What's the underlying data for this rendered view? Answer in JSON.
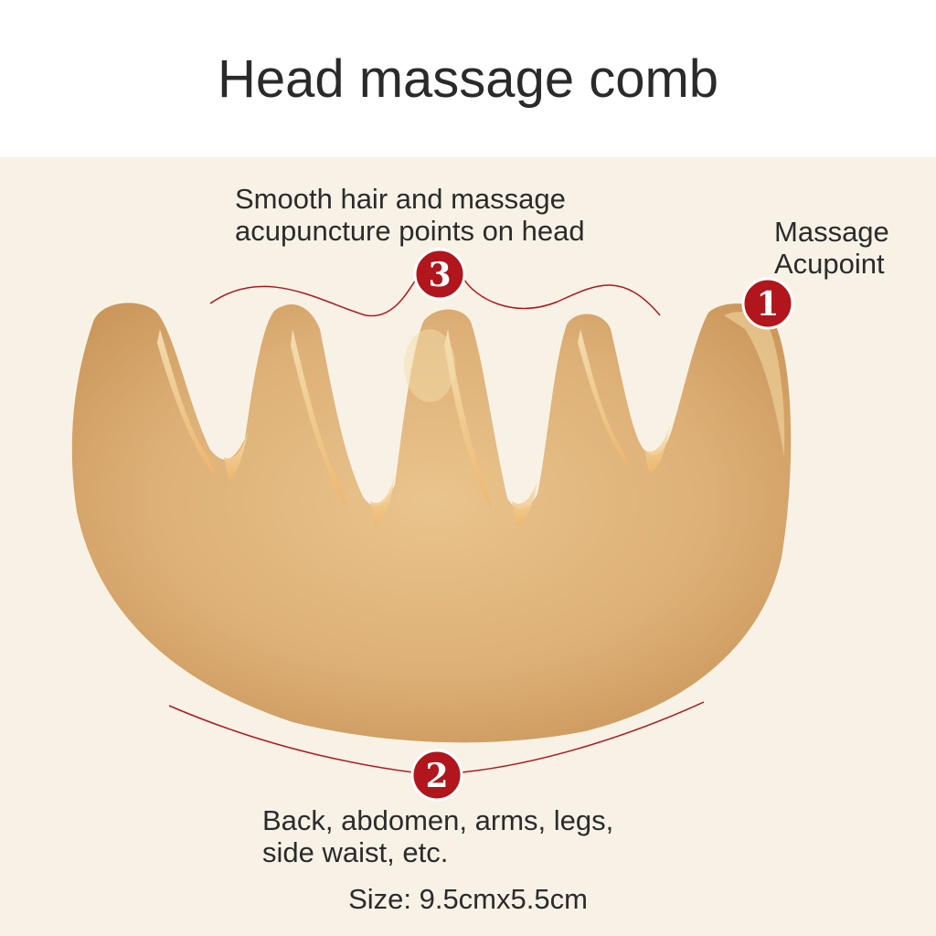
{
  "title": "Head massage comb",
  "callouts": {
    "top": {
      "number": "3",
      "line1": "Smooth hair and massage",
      "line2": "acupuncture points on head"
    },
    "right": {
      "number": "1",
      "line1": "Massage",
      "line2": "Acupoint"
    },
    "bottom": {
      "number": "2",
      "line1": "Back, abdomen, arms, legs,",
      "line2": "side waist, etc."
    }
  },
  "size_label": "Size: 9.5cmx5.5cm",
  "colors": {
    "background": "#f8f2e6",
    "badge": "#b0161c",
    "comb": "#e3b57a",
    "comb_highlight": "#f7e2b3"
  },
  "icons": {
    "product": "horn-comb"
  }
}
